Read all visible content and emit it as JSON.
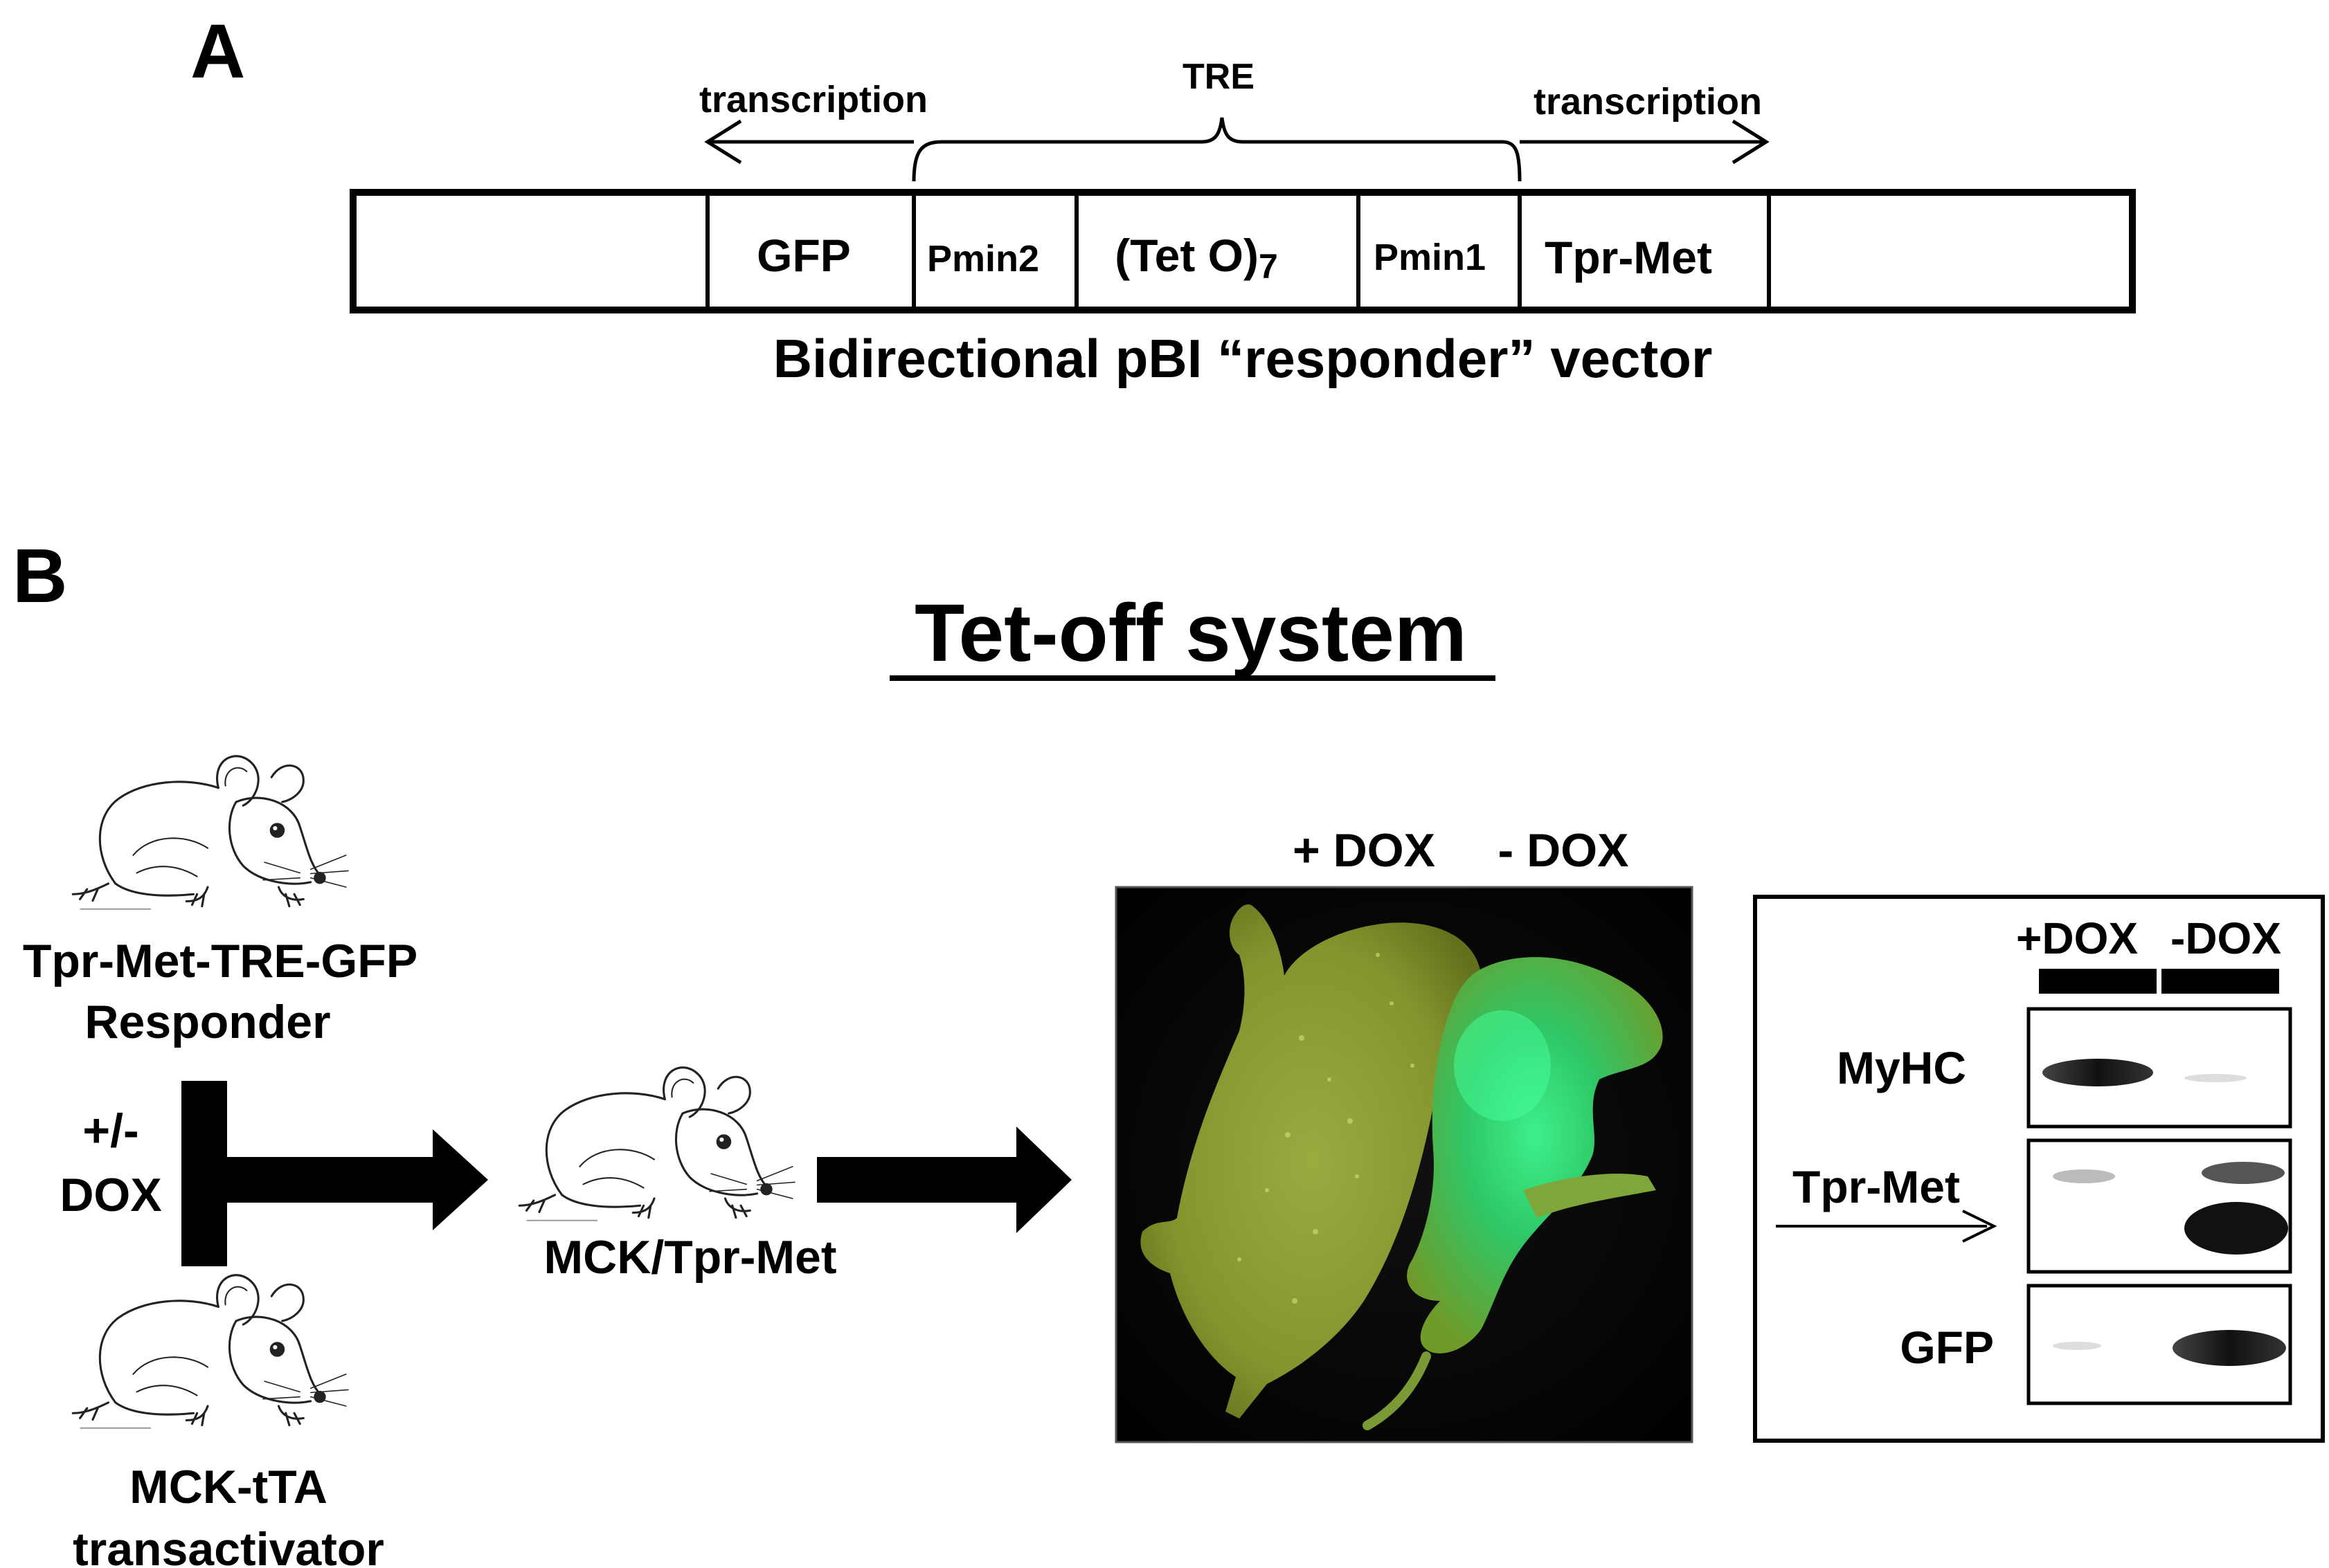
{
  "panel_a": {
    "letter": "A",
    "tre_label": "TRE",
    "transcription_left": "transcription",
    "transcription_right": "transcription",
    "segments": {
      "gfp": "GFP",
      "pmin2": "Pmin2",
      "teto": "(Tet O)",
      "teto_sub": "7",
      "pmin1": "Pmin1",
      "tprmet": "Tpr-Met"
    },
    "caption": "Bidirectional pBI “responder” vector"
  },
  "panel_b": {
    "letter": "B",
    "title": "Tet-off system",
    "responder_line1": "Tpr-Met-TRE-GFP",
    "responder_line2": "Responder",
    "dox_line1": "+/-",
    "dox_line2": "DOX",
    "transactivator_line1": "MCK-tTA",
    "transactivator_line2": "transactivator",
    "offspring": "MCK/Tpr-Met",
    "photo_plus": "+ DOX",
    "photo_minus": "- DOX",
    "blot": {
      "plus": "+DOX",
      "minus": "-DOX",
      "rows": [
        "MyHC",
        "Tpr-Met",
        "GFP"
      ]
    }
  }
}
